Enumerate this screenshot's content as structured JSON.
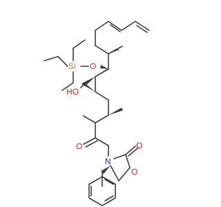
{
  "structure": {
    "atoms": {
      "o_silyl_ether": "O",
      "si": "Si",
      "o_hydroxyl": "HO",
      "o_acyl": "O",
      "n_ring": "N",
      "o_ring": "O",
      "o_carbonyl_ring": "O"
    },
    "colors": {
      "bond": "#3c3c3c",
      "oxygen": "#e02020",
      "nitrogen": "#2020e0",
      "silicon": "#b08040"
    }
  }
}
